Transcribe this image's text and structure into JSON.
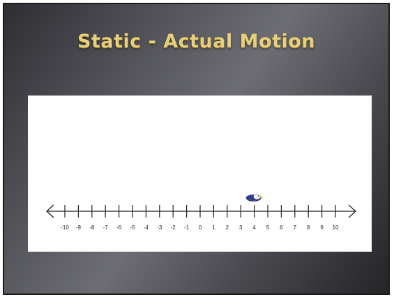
{
  "slide": {
    "title": "Static - Actual Motion"
  },
  "number_line": {
    "ticks": [
      "-10",
      "-9",
      "-8",
      "-7",
      "-6",
      "-5",
      "-4",
      "-3",
      "-2",
      "-1",
      "0",
      "1",
      "2",
      "3",
      "4",
      "5",
      "6",
      "7",
      "8",
      "9",
      "10"
    ],
    "marker_icon": "eagle-icon",
    "marker_value": 4
  }
}
